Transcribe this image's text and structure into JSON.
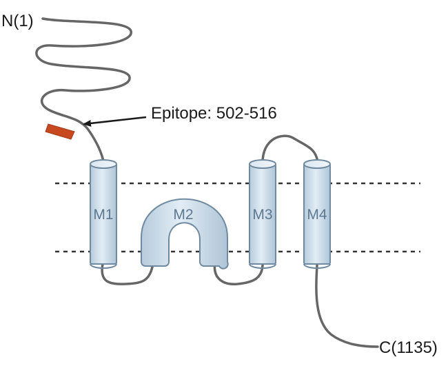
{
  "diagram": {
    "n_terminus_label": "N(1)",
    "c_terminus_label": "C(1135)",
    "epitope_label": "Epitope: 502-516",
    "segments": [
      {
        "id": "m1",
        "label": "M1"
      },
      {
        "id": "m2",
        "label": "M2"
      },
      {
        "id": "m3",
        "label": "M3"
      },
      {
        "id": "m4",
        "label": "M4"
      }
    ],
    "colors": {
      "chain": "#666666",
      "helix_fill": "#cfe0ec",
      "helix_stroke": "#6f8aa0",
      "helix_label": "#5d7890",
      "epitope": "#c8481f",
      "membrane_line": "#333333",
      "text": "#1a1a1a"
    }
  }
}
